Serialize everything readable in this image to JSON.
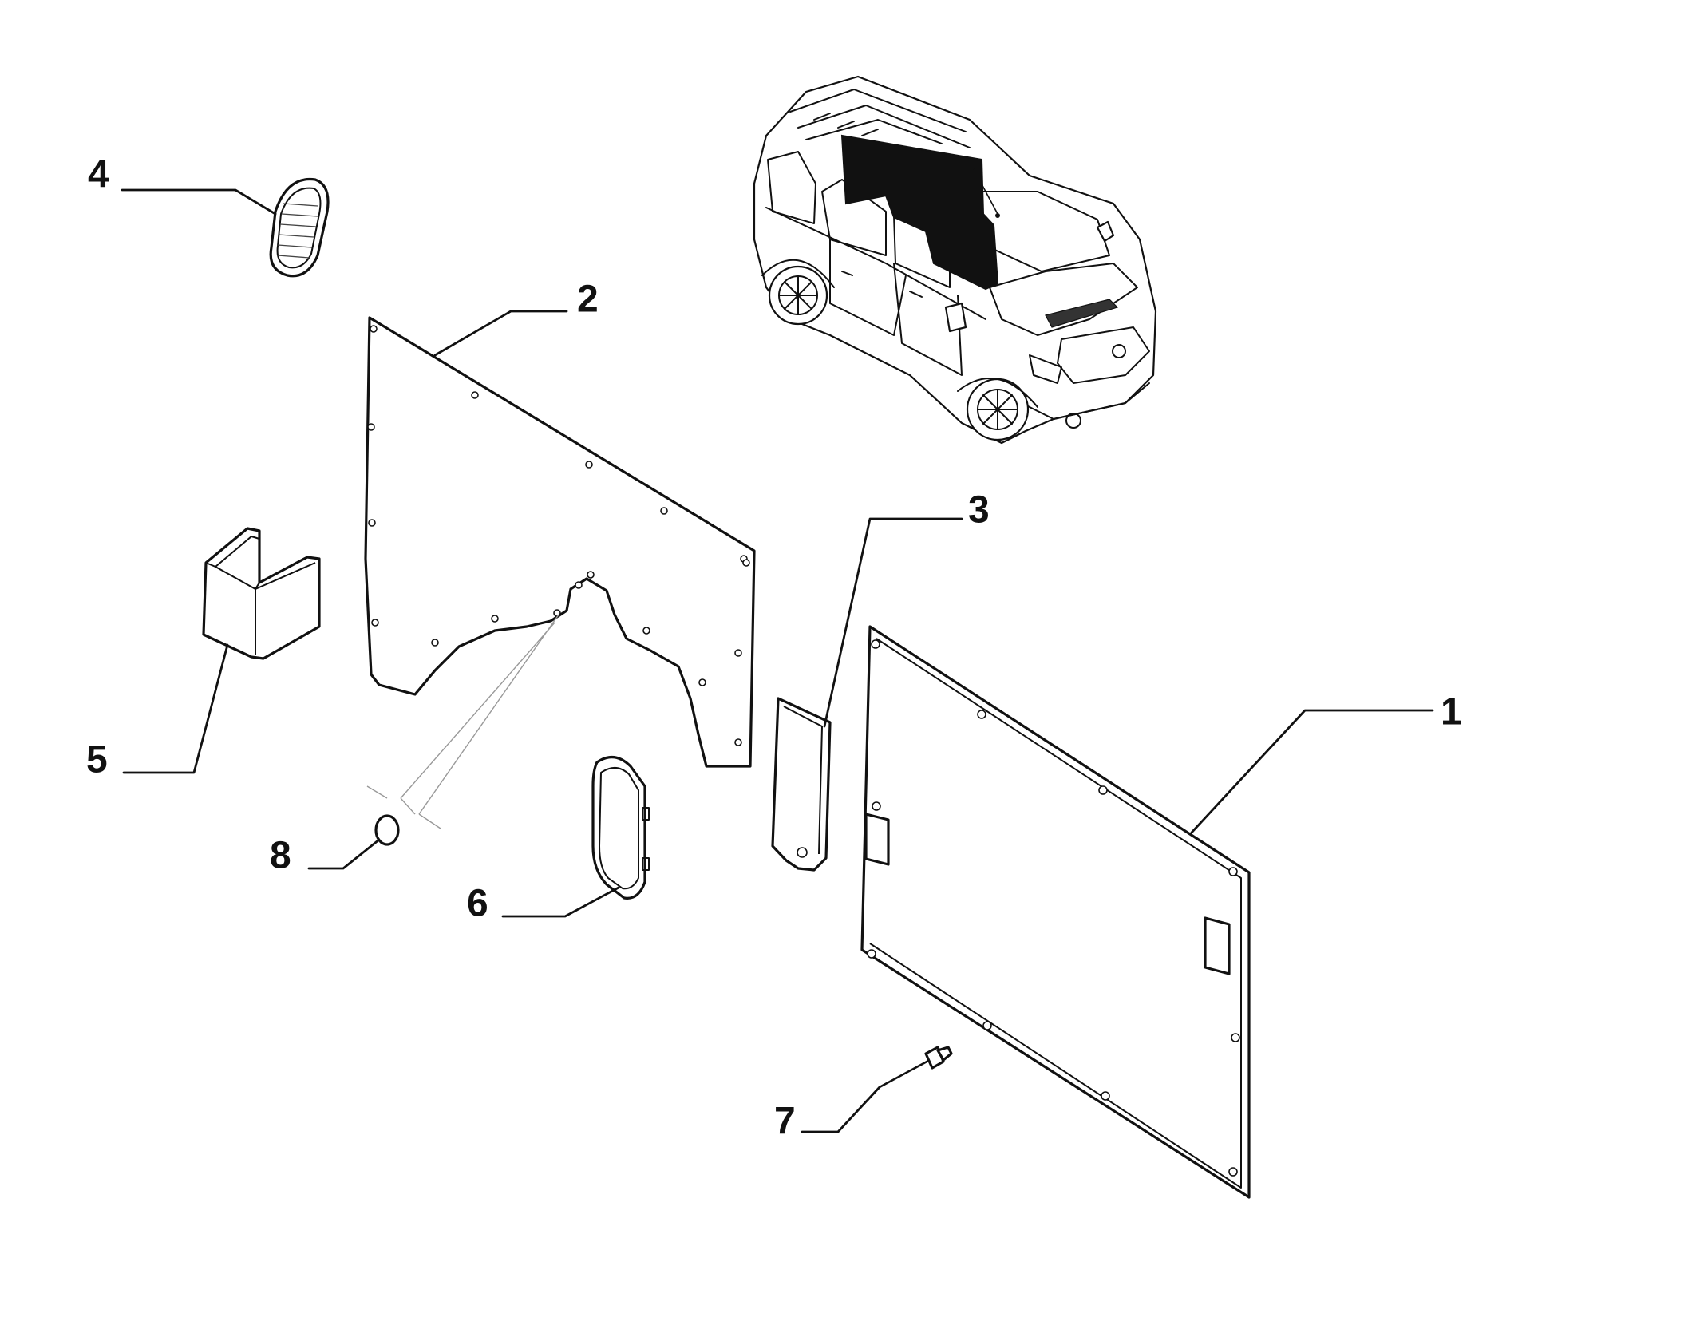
{
  "callouts": {
    "part_1": "1",
    "part_2": "2",
    "part_3": "3",
    "part_4": "4",
    "part_5": "5",
    "part_6": "6",
    "part_7": "7",
    "part_8": "8"
  },
  "colors": {
    "line": "#111111",
    "background": "#ffffff",
    "highlight_zone": "#111111"
  },
  "icons": {
    "vehicle": "van-overview-icon"
  }
}
